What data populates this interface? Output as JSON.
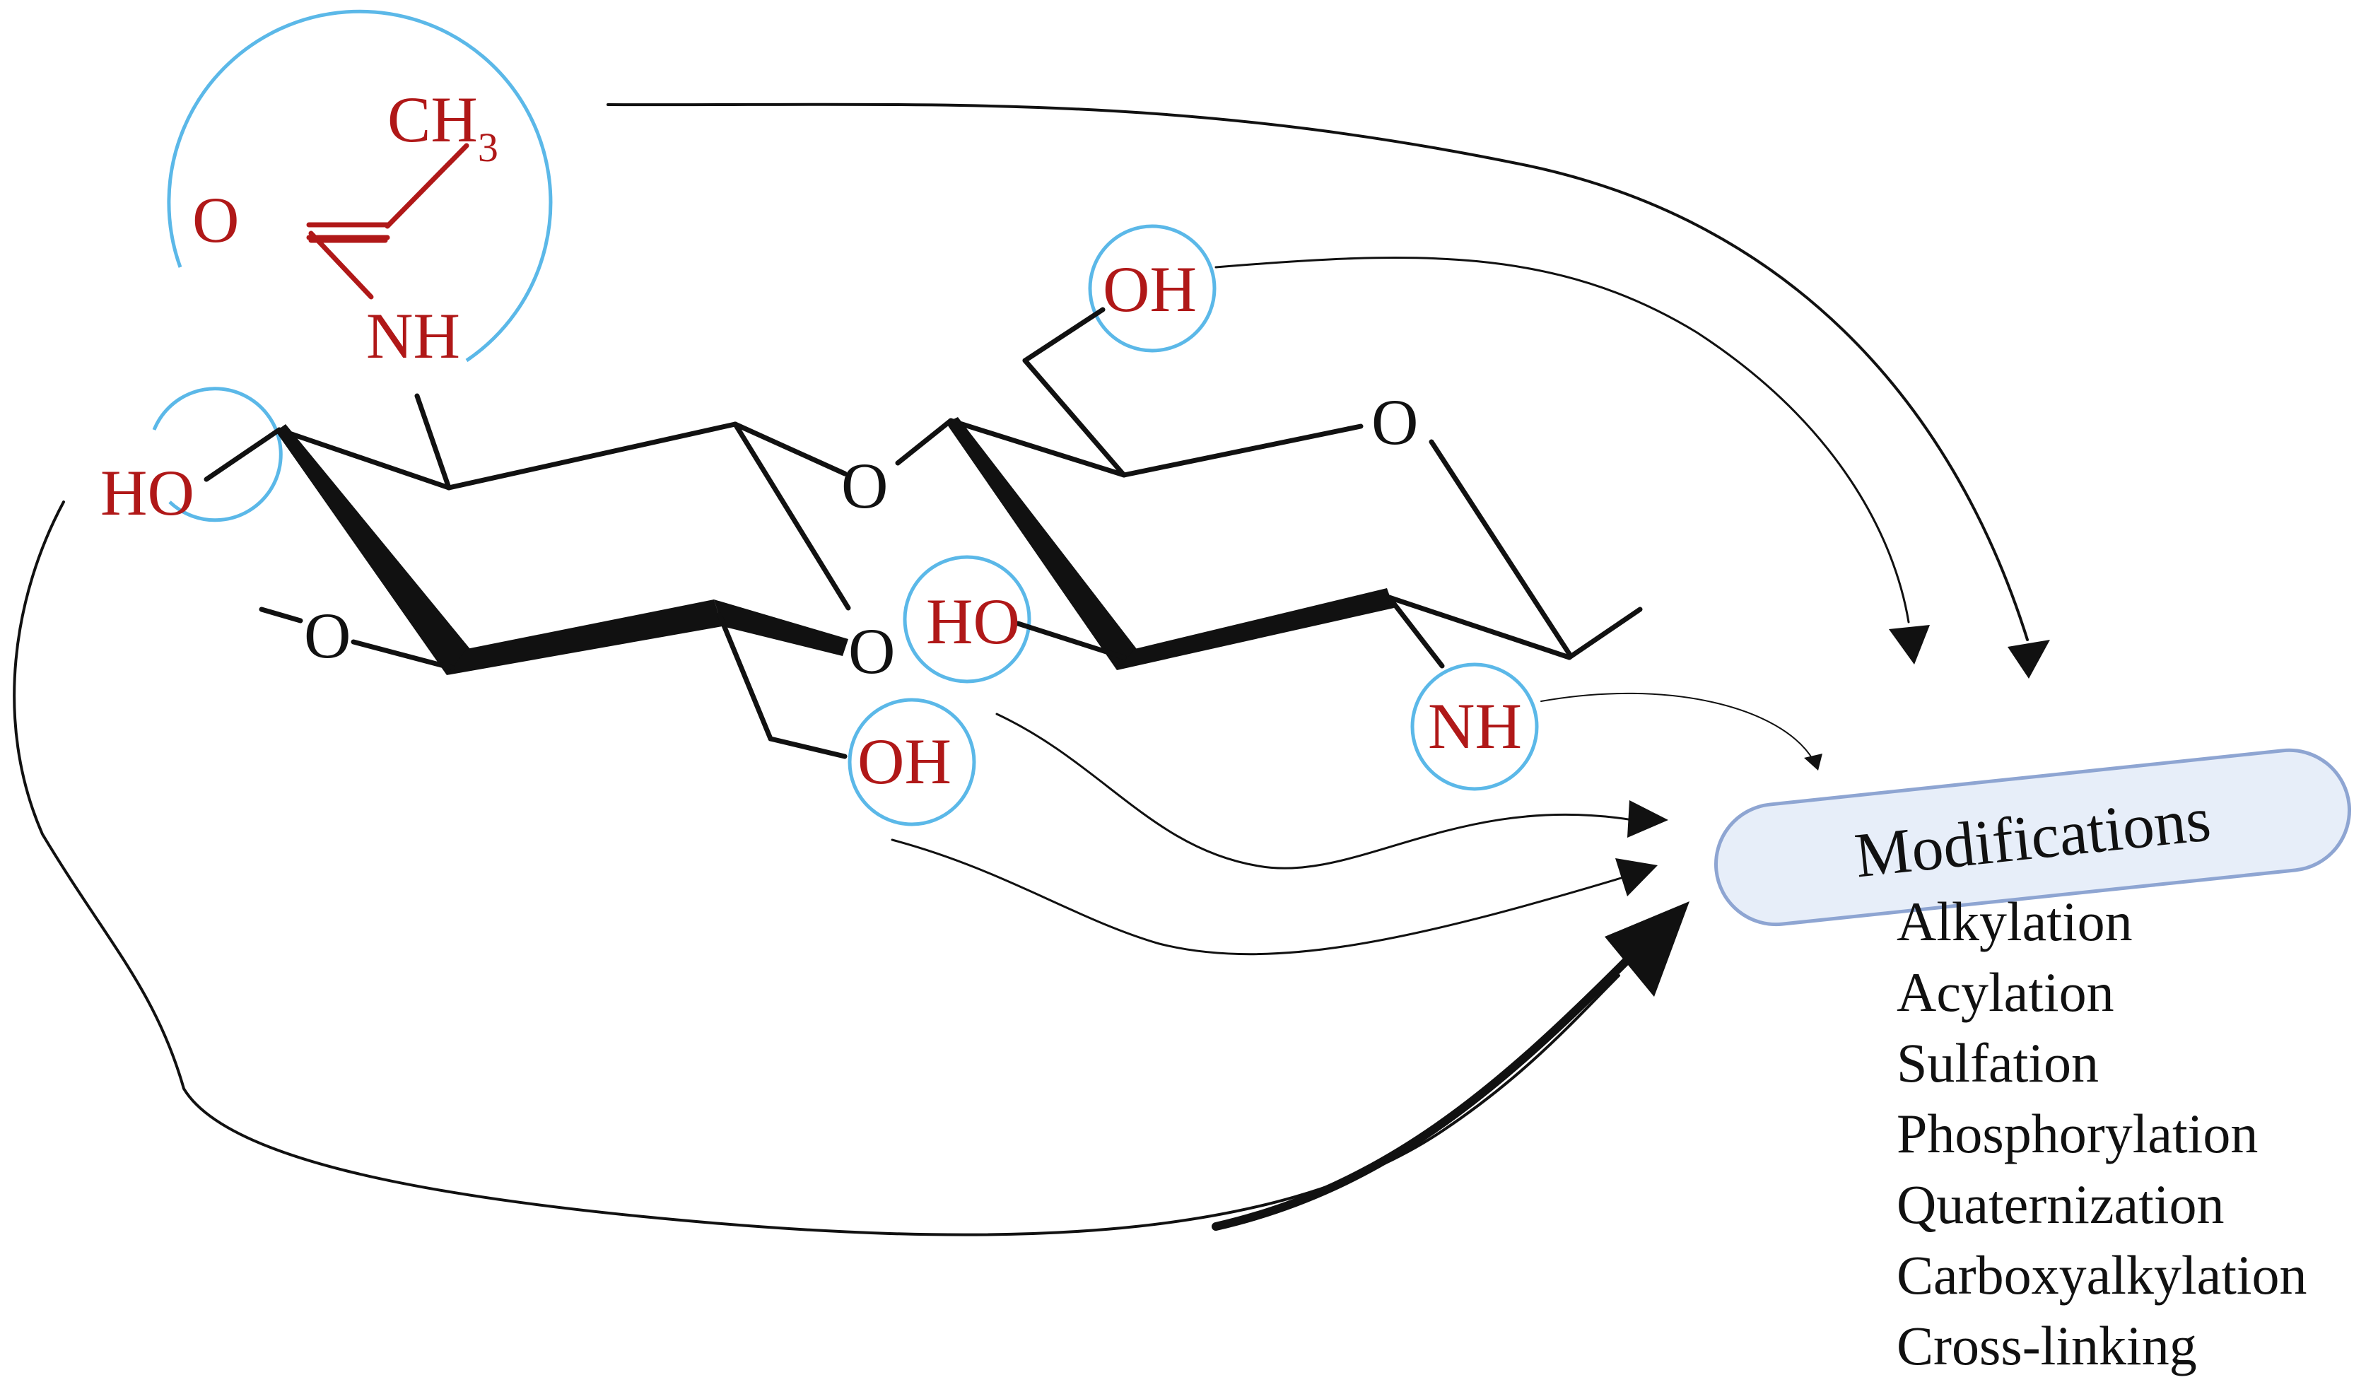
{
  "structure": {
    "acetyl_ch": "CH",
    "acetyl_sub": "3",
    "acetyl_o": "O",
    "acetyl_nh": "NH",
    "left_ho": "HO",
    "bridge_o": "O",
    "ring1_o": "O",
    "left_o": "O",
    "ring2_o": "O",
    "top_oh": "OH",
    "middle_ho": "HO",
    "bottom_oh": "OH",
    "amine_nh": "NH"
  },
  "modifications": {
    "title": "Modifications",
    "items": [
      "Alkylation",
      "Acylation",
      "Sulfation",
      "Phosphorylation",
      "Quaternization",
      "Carboxyalkylation",
      "Cross-linking"
    ]
  },
  "colors": {
    "atom_red": "#b01818",
    "highlight_blue": "#5bb8e8",
    "pill_fill": "#e7eef9",
    "pill_stroke": "#8ea5d2",
    "line_black": "#111111"
  }
}
